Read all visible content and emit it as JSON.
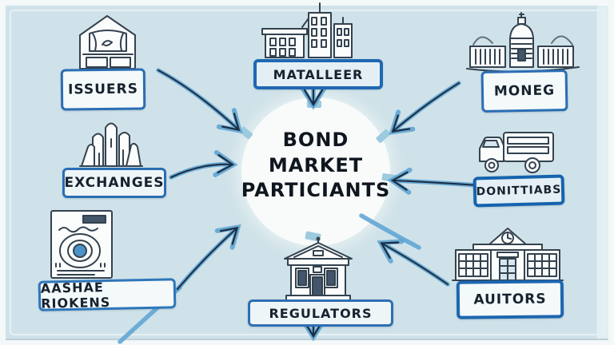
{
  "center": {
    "line1": "BOND",
    "line2": "MARKET",
    "line3": "PARTICIANTS"
  },
  "nodes": [
    {
      "label": "ISSUERS",
      "icon": "bank-pediment-icon",
      "position": "top-left"
    },
    {
      "label": "MATALLEER",
      "icon": "city-buildings-icon",
      "position": "top-center"
    },
    {
      "label": "MONEG",
      "icon": "capitol-dome-icon",
      "position": "top-right"
    },
    {
      "label": "EXCHANGES",
      "icon": "people-group-icon",
      "position": "middle-left"
    },
    {
      "label": "DONITTIABS",
      "icon": "delivery-truck-icon",
      "position": "middle-right"
    },
    {
      "label": "AASHAE RIOKENS",
      "icon": "document-seal-icon",
      "position": "bottom-left"
    },
    {
      "label": "REGULATORS",
      "icon": "courthouse-icon",
      "position": "bottom-center"
    },
    {
      "label": "AUITORS",
      "icon": "bank-clock-icon",
      "position": "bottom-right"
    }
  ],
  "colors": {
    "background": "#cfe2e9",
    "box_border_blue": "#2a6db4",
    "arrow_navy": "#1c2f45",
    "arrow_light_blue": "#5aa2d2",
    "circle_fill": "#f8fbfa",
    "text_dark": "#10161f"
  }
}
